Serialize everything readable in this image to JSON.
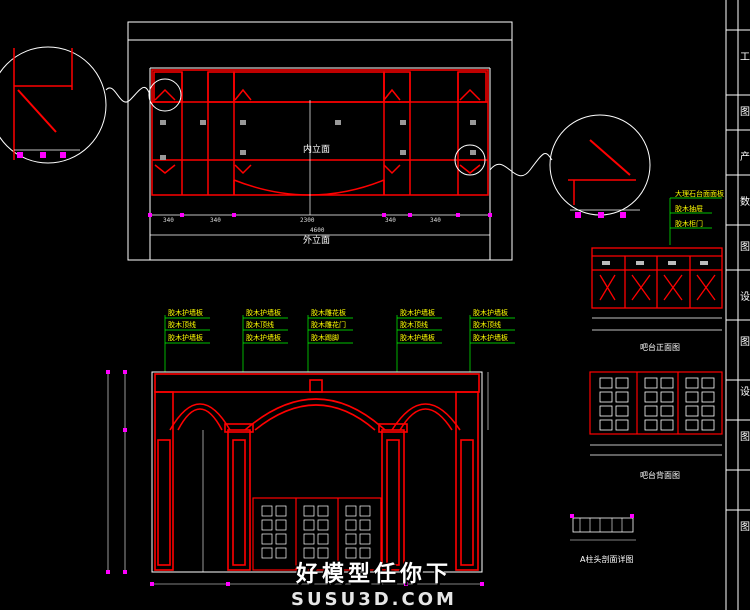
{
  "drawing": {
    "top_elevation": {
      "title_inner": "内立面",
      "title_outer": "外立面",
      "dims_bottom": [
        "340",
        "340",
        "2300",
        "340",
        "340"
      ],
      "dim_total": "4600"
    },
    "bottom_elevation": {
      "callouts": [
        [
          "胶木护墙板",
          "胶木顶线",
          "胶木护墙板"
        ],
        [
          "胶木护墙板",
          "胶木顶线",
          "胶木护墙板"
        ],
        [
          "胶木雕花板",
          "胶木雕花门",
          "胶木踢脚"
        ],
        [
          "胶木护墙板",
          "胶木顶线",
          "胶木护墙板"
        ],
        [
          "胶木护墙板",
          "胶木顶线",
          "胶木护墙板"
        ]
      ]
    },
    "bar_front": {
      "callouts": [
        "大理石台面面板",
        "胶木抽屉",
        "胶木柜门"
      ],
      "title": "吧台正面图"
    },
    "bar_back": {
      "title": "吧台背面图"
    },
    "detail": {
      "title": "A柱头剖面详图"
    },
    "title_block": [
      "工",
      "图",
      "产",
      "数",
      "图",
      "设",
      "图",
      "设",
      "图",
      "图"
    ]
  },
  "watermark": {
    "line1": "好模型任你下",
    "line2": "SUSU3D.COM"
  },
  "colors": {
    "background": "#000000",
    "linework": "#ffffff",
    "cabinetry": "#ff0000",
    "dims": "#ff00ff",
    "leaders": "#00ff00"
  }
}
